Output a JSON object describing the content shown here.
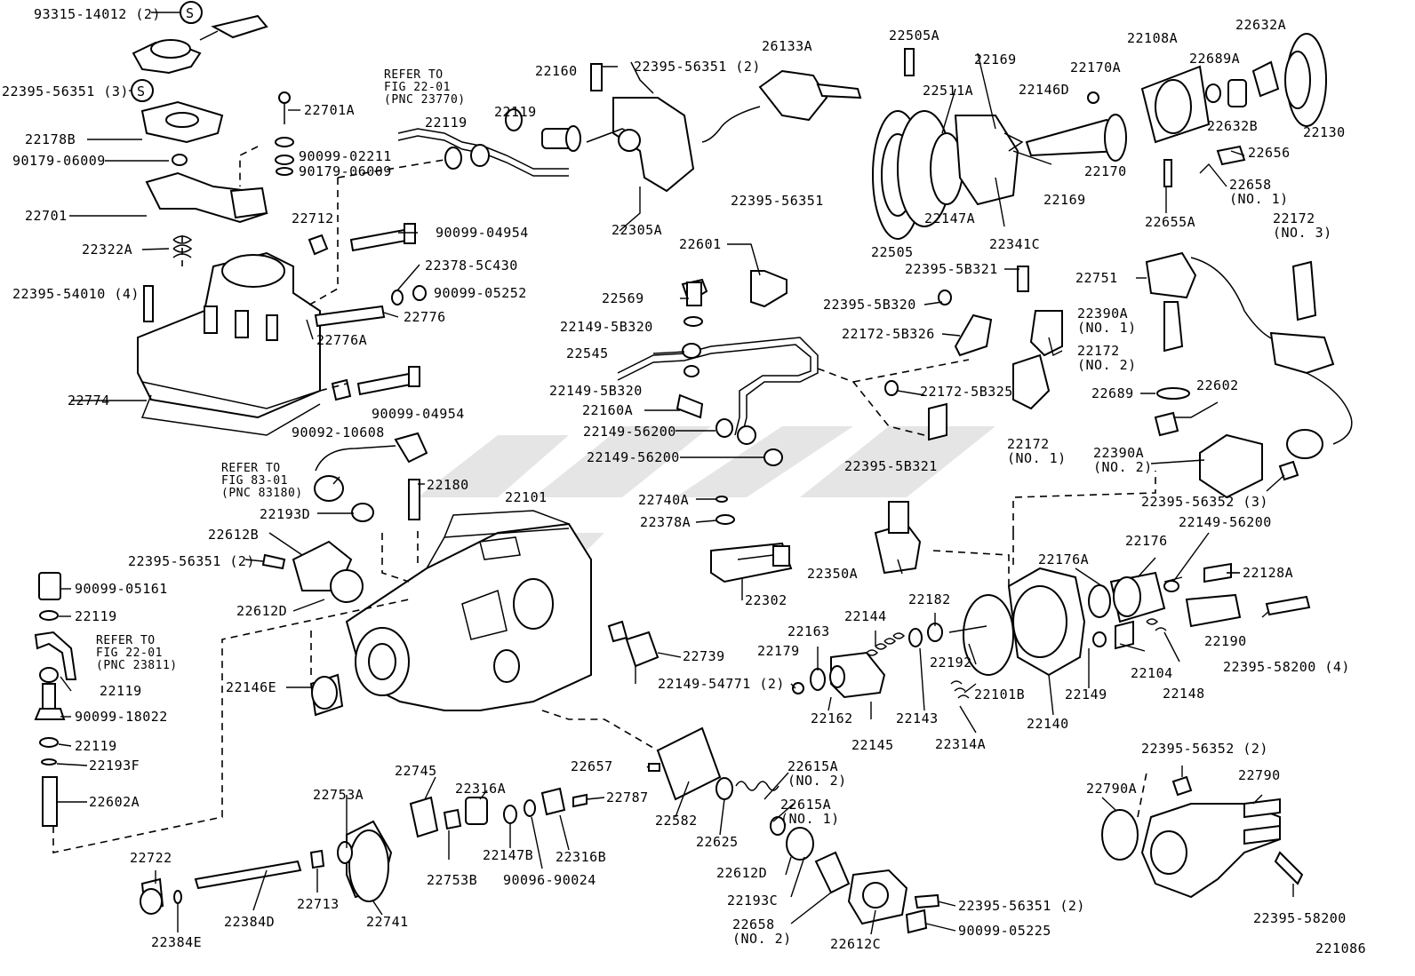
{
  "figure_number": "221086",
  "labels": [
    {
      "id": "l1",
      "text": "93315-14012 (2)"
    },
    {
      "id": "l2",
      "text": "S"
    },
    {
      "id": "l3",
      "text": "22395-56351 (3)"
    },
    {
      "id": "l4",
      "text": "S"
    },
    {
      "id": "l5",
      "text": "22178B"
    },
    {
      "id": "l6",
      "text": "90179-06009"
    },
    {
      "id": "l7",
      "text": "22701"
    },
    {
      "id": "l8",
      "text": "22322A"
    },
    {
      "id": "l9",
      "text": "22395-54010 (4)"
    },
    {
      "id": "l10",
      "text": "22774"
    },
    {
      "id": "l11",
      "text": "REFER TO\nFIG 22-01\n(PNC 23770)"
    },
    {
      "id": "l12",
      "text": "22701A"
    },
    {
      "id": "l13",
      "text": "90099-02211"
    },
    {
      "id": "l14",
      "text": "90179-06009"
    },
    {
      "id": "l15",
      "text": "22119"
    },
    {
      "id": "l16",
      "text": "22119"
    },
    {
      "id": "l17",
      "text": "22712"
    },
    {
      "id": "l18",
      "text": "90099-04954"
    },
    {
      "id": "l19",
      "text": "22378-5C430"
    },
    {
      "id": "l20",
      "text": "90099-05252"
    },
    {
      "id": "l21",
      "text": "22776"
    },
    {
      "id": "l22",
      "text": "22776A"
    },
    {
      "id": "l23",
      "text": "90099-04954"
    },
    {
      "id": "l24",
      "text": "90092-10608"
    },
    {
      "id": "l25",
      "text": "22160"
    },
    {
      "id": "l26",
      "text": "22395-56351 (2)"
    },
    {
      "id": "l27",
      "text": "26133A"
    },
    {
      "id": "l28",
      "text": "22305A"
    },
    {
      "id": "l29",
      "text": "22395-56351"
    },
    {
      "id": "l30",
      "text": "22601"
    },
    {
      "id": "l31",
      "text": "22569"
    },
    {
      "id": "l32",
      "text": "22149-5B320"
    },
    {
      "id": "l33",
      "text": "22545"
    },
    {
      "id": "l34",
      "text": "22149-5B320"
    },
    {
      "id": "l35",
      "text": "22160A"
    },
    {
      "id": "l36",
      "text": "22149-56200"
    },
    {
      "id": "l37",
      "text": "22149-56200"
    },
    {
      "id": "l38",
      "text": "22505A"
    },
    {
      "id": "l39",
      "text": "22511A"
    },
    {
      "id": "l40",
      "text": "22169"
    },
    {
      "id": "l41",
      "text": "22146D"
    },
    {
      "id": "l42",
      "text": "22170A"
    },
    {
      "id": "l43",
      "text": "22108A"
    },
    {
      "id": "l44",
      "text": "22632A"
    },
    {
      "id": "l45",
      "text": "22689A"
    },
    {
      "id": "l46",
      "text": "22632B"
    },
    {
      "id": "l47",
      "text": "22130"
    },
    {
      "id": "l48",
      "text": "22656"
    },
    {
      "id": "l49",
      "text": "22170"
    },
    {
      "id": "l50",
      "text": "22169"
    },
    {
      "id": "l51",
      "text": "22147A"
    },
    {
      "id": "l52",
      "text": "22505"
    },
    {
      "id": "l53",
      "text": "22341C"
    },
    {
      "id": "l54",
      "text": "22658\n(NO. 1)"
    },
    {
      "id": "l55",
      "text": "22655A"
    },
    {
      "id": "l56",
      "text": "22172\n(NO. 3)"
    },
    {
      "id": "l57",
      "text": "22395-5B321"
    },
    {
      "id": "l58",
      "text": "22751"
    },
    {
      "id": "l59",
      "text": "22395-5B320"
    },
    {
      "id": "l60",
      "text": "22390A\n(NO. 1)"
    },
    {
      "id": "l61",
      "text": "22172-5B326"
    },
    {
      "id": "l62",
      "text": "22172\n(NO. 2)"
    },
    {
      "id": "l63",
      "text": "22172-5B325"
    },
    {
      "id": "l64",
      "text": "22689"
    },
    {
      "id": "l65",
      "text": "22602"
    },
    {
      "id": "l66",
      "text": "22172\n(NO. 1)"
    },
    {
      "id": "l67",
      "text": "22395-5B321"
    },
    {
      "id": "l68",
      "text": "22390A\n(NO. 2)"
    },
    {
      "id": "l69",
      "text": "22395-56352 (3)"
    },
    {
      "id": "l70",
      "text": "22149-56200"
    },
    {
      "id": "l71",
      "text": "REFER TO\nFIG 83-01\n(PNC 83180)"
    },
    {
      "id": "l72",
      "text": "22193D"
    },
    {
      "id": "l73",
      "text": "22180"
    },
    {
      "id": "l74",
      "text": "22101"
    },
    {
      "id": "l75",
      "text": "22740A"
    },
    {
      "id": "l76",
      "text": "22378A"
    },
    {
      "id": "l77",
      "text": "22612B"
    },
    {
      "id": "l78",
      "text": "22395-56351 (2)"
    },
    {
      "id": "l79",
      "text": "22612D"
    },
    {
      "id": "l80",
      "text": "22302"
    },
    {
      "id": "l81",
      "text": "22350A"
    },
    {
      "id": "l82",
      "text": "22176A"
    },
    {
      "id": "l83",
      "text": "22176"
    },
    {
      "id": "l84",
      "text": "22128A"
    },
    {
      "id": "l85",
      "text": "90099-05161"
    },
    {
      "id": "l86",
      "text": "22119"
    },
    {
      "id": "l87",
      "text": "REFER TO\nFIG 22-01\n(PNC 23811)"
    },
    {
      "id": "l88",
      "text": "22119"
    },
    {
      "id": "l89",
      "text": "90099-18022"
    },
    {
      "id": "l90",
      "text": "22119"
    },
    {
      "id": "l91",
      "text": "22193F"
    },
    {
      "id": "l92",
      "text": "22602A"
    },
    {
      "id": "l93",
      "text": "22146E"
    },
    {
      "id": "l94",
      "text": "22739"
    },
    {
      "id": "l95",
      "text": "22149-54771 (2)"
    },
    {
      "id": "l96",
      "text": "22182"
    },
    {
      "id": "l97",
      "text": "22144"
    },
    {
      "id": "l98",
      "text": "22163"
    },
    {
      "id": "l99",
      "text": "22179"
    },
    {
      "id": "l100",
      "text": "22192"
    },
    {
      "id": "l101",
      "text": "22190"
    },
    {
      "id": "l102",
      "text": "22104"
    },
    {
      "id": "l103",
      "text": "22395-58200 (4)"
    },
    {
      "id": "l104",
      "text": "22162"
    },
    {
      "id": "l105",
      "text": "22145"
    },
    {
      "id": "l106",
      "text": "22143"
    },
    {
      "id": "l107",
      "text": "22101B"
    },
    {
      "id": "l108",
      "text": "22149"
    },
    {
      "id": "l109",
      "text": "22148"
    },
    {
      "id": "l110",
      "text": "22140"
    },
    {
      "id": "l111",
      "text": "22314A"
    },
    {
      "id": "l112",
      "text": "22657"
    },
    {
      "id": "l113",
      "text": "22615A\n(NO. 2)"
    },
    {
      "id": "l114",
      "text": "22745"
    },
    {
      "id": "l115",
      "text": "22316A"
    },
    {
      "id": "l116",
      "text": "22753A"
    },
    {
      "id": "l117",
      "text": "22787"
    },
    {
      "id": "l118",
      "text": "22615A\n(NO. 1)"
    },
    {
      "id": "l119",
      "text": "22582"
    },
    {
      "id": "l120",
      "text": "22625"
    },
    {
      "id": "l121",
      "text": "22147B"
    },
    {
      "id": "l122",
      "text": "22316B"
    },
    {
      "id": "l123",
      "text": "22753B"
    },
    {
      "id": "l124",
      "text": "90096-90024"
    },
    {
      "id": "l125",
      "text": "22612D"
    },
    {
      "id": "l126",
      "text": "22193C"
    },
    {
      "id": "l127",
      "text": "22722"
    },
    {
      "id": "l128",
      "text": "22713"
    },
    {
      "id": "l129",
      "text": "22741"
    },
    {
      "id": "l130",
      "text": "22384D"
    },
    {
      "id": "l131",
      "text": "22384E"
    },
    {
      "id": "l132",
      "text": "22658\n(NO. 2)"
    },
    {
      "id": "l133",
      "text": "22612C"
    },
    {
      "id": "l134",
      "text": "22395-56351 (2)"
    },
    {
      "id": "l135",
      "text": "90099-05225"
    },
    {
      "id": "l136",
      "text": "22395-56352 (2)"
    },
    {
      "id": "l137",
      "text": "22790A"
    },
    {
      "id": "l138",
      "text": "22790"
    },
    {
      "id": "l139",
      "text": "22395-58200"
    }
  ]
}
